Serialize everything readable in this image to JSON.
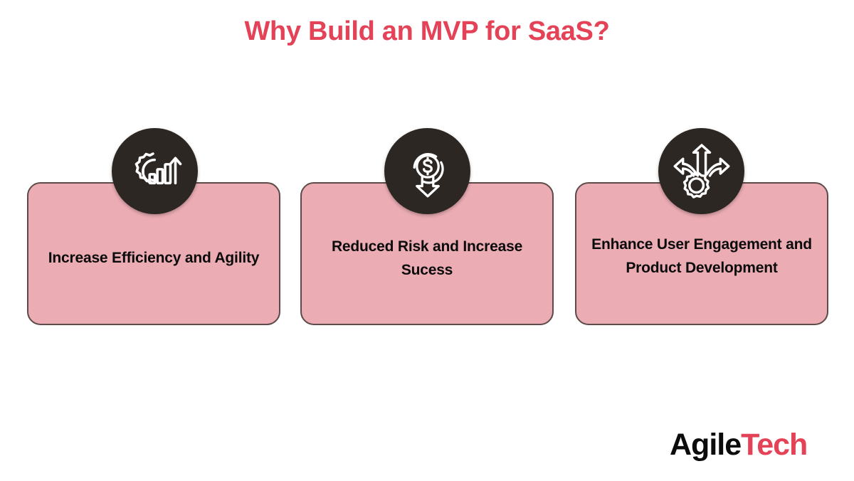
{
  "header": {
    "title": "Why Build an MVP for SaaS?",
    "title_color": "#e34257"
  },
  "theme": {
    "background": "#ffffff",
    "card_fill": "#ebacb4",
    "card_border": "#5c4b48",
    "badge_fill": "#2d2723",
    "accent": "#e34257",
    "text": "#0b0b0b"
  },
  "cards": [
    {
      "label": "Increase Efficiency and Agility",
      "icon": "gear-bar-chart-growth-arrow-icon"
    },
    {
      "label": "Reduced Risk and Increase Sucess",
      "icon": "dollar-coin-down-arrow-icon"
    },
    {
      "label": "Enhance User Engagement and Product Development",
      "icon": "gear-three-branching-arrows-icon"
    }
  ],
  "logo": {
    "part_one": "Agile",
    "part_two": "Tech",
    "part_one_color": "#0c0c0c",
    "part_two_color": "#e34257"
  }
}
